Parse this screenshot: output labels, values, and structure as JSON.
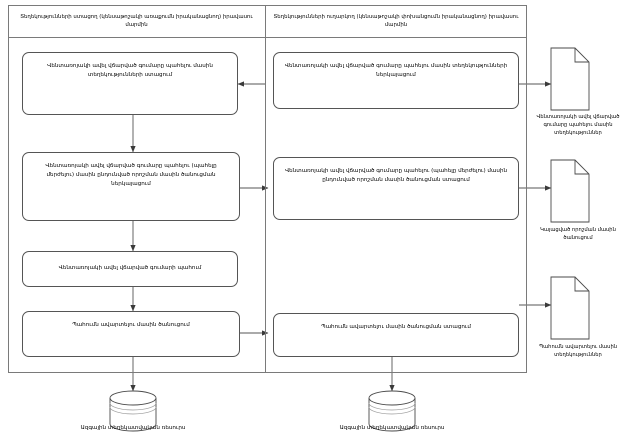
{
  "diagram": {
    "title_left_lane": "Տեղեկությունների ստացող (կենսաթոշակի առաքումն իրականացնող) իրավասու մարմին",
    "title_right_lane": "Տեղեկությունների ուղարկող (կենսաթոշակի փոխանցումն իրականացնող) իրավասու մարմին"
  },
  "left_lane": {
    "steps": [
      {
        "id": "left-step-1",
        "text": "Վենտառոյակի ավել վճարված գումարը պահելու մասին տեղեկությունների ստացում"
      },
      {
        "id": "left-step-2",
        "text": "Վենտառոյակի ավել վճարված գումարը պահելու (պահելը մերժելու) մասին ընդունված որոշման մասին ծանուցման ներկայացում"
      },
      {
        "id": "left-step-3",
        "text": "Վենտառոյակի ավել վճարված գումարի պահում"
      },
      {
        "id": "left-step-4",
        "text": "Պահումն ավարտելու մասին ծանուցում"
      }
    ],
    "datastore_label": "Ազգային տեղեկատվական ռեսուրս"
  },
  "right_lane": {
    "steps": [
      {
        "id": "right-step-1",
        "text": "Վենտառոյակի ավել վճարված գումարը պահելու մասին տեղեկությունների ներկայացում"
      },
      {
        "id": "right-step-2",
        "text": "Վենտառոյակի ավել վճարված գումարը պահելու (պահելը մերժելու) մասին ընդունված որոշման մասին ծանուցման ստացում"
      },
      {
        "id": "right-step-3",
        "text": "Պահումն ավարտելու մասին ծանուցման ստացում"
      }
    ],
    "datastore_label": "Ազգային տեղեկատվական ռեսուրս"
  },
  "documents": [
    {
      "id": "doc-1",
      "label": "Վենտառոյակի ավել վճարված գումարը պահելու մասին տեղեկություններ"
    },
    {
      "id": "doc-2",
      "label": "Կայացված որոշման մասին ծանուցում"
    },
    {
      "id": "doc-3",
      "label": "Պահումն ավարտելու մասին տեղեկություններ"
    }
  ],
  "colors": {
    "stroke": "#555555",
    "lane_stroke": "#7a7a7a",
    "background": "#ffffff",
    "text": "#000000"
  }
}
